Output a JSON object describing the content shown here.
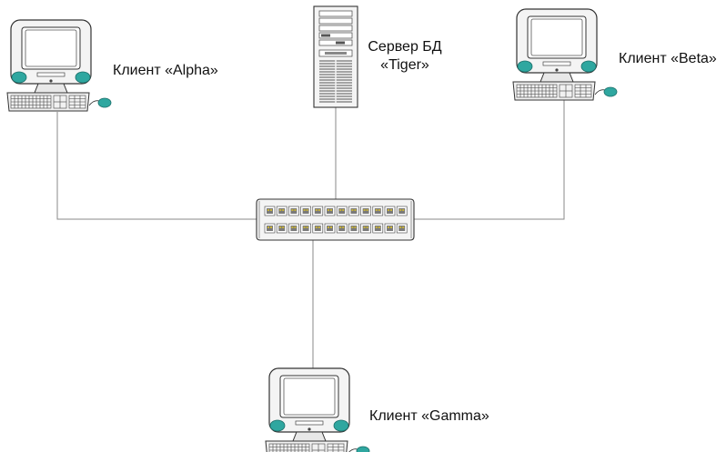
{
  "nodes": {
    "server": {
      "label_line1": "Сервер БД",
      "label_line2": "«Tiger»"
    },
    "alpha": {
      "label": "Клиент «Alpha»"
    },
    "beta": {
      "label": "Клиент «Beta»"
    },
    "gamma": {
      "label": "Клиент «Gamma»"
    }
  },
  "colors": {
    "line": "#8a8a8a",
    "device_body": "#f4f4f4",
    "device_stroke": "#333333",
    "speaker": "#2fa7a0",
    "screen": "#ffffff",
    "port": "#7a7a7a",
    "port_accent": "#c8b23a"
  }
}
